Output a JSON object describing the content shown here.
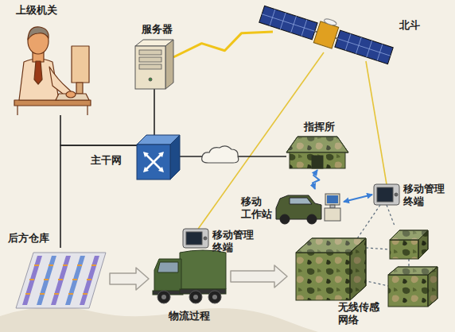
{
  "diagram": {
    "nodes": [
      {
        "text": [
          "上级机关"
        ]
      },
      {
        "text": [
          "服务器"
        ]
      },
      {
        "text": [
          "北斗"
        ]
      },
      {
        "text": [
          "主干网"
        ]
      },
      {
        "text": [
          "指挥所"
        ]
      },
      {
        "text": [
          "移动 工作站"
        ]
      },
      {
        "text": [
          "移动管理 终端"
        ]
      },
      {
        "text": [
          "后方仓库"
        ]
      },
      {
        "text": [
          "移动管理 终端"
        ]
      },
      {
        "text": [
          "物流过程"
        ]
      },
      {
        "text": [
          "无线传感 网络"
        ]
      }
    ],
    "edges": [
      {
        "from": 0,
        "to": 3,
        "arrow": "none"
      },
      {
        "from": 1,
        "to": 3,
        "arrow": "none"
      },
      {
        "from": 3,
        "to": 7,
        "arrow": "none"
      },
      {
        "from": 2,
        "to": 1,
        "arrow": "none"
      },
      {
        "from": 2,
        "to": 8,
        "arrow": "none"
      },
      {
        "from": 2,
        "to": 6,
        "arrow": "none"
      },
      {
        "from": 3,
        "to": 4,
        "arrow": "none"
      },
      {
        "from": 4,
        "to": 5,
        "arrow": "both"
      },
      {
        "from": 5,
        "to": 6,
        "arrow": "both"
      },
      {
        "from": 7,
        "to": 9,
        "arrow": "to"
      },
      {
        "from": 9,
        "to": 10,
        "arrow": "to"
      },
      {
        "from": 6,
        "to": 10,
        "arrow": "none"
      }
    ]
  }
}
